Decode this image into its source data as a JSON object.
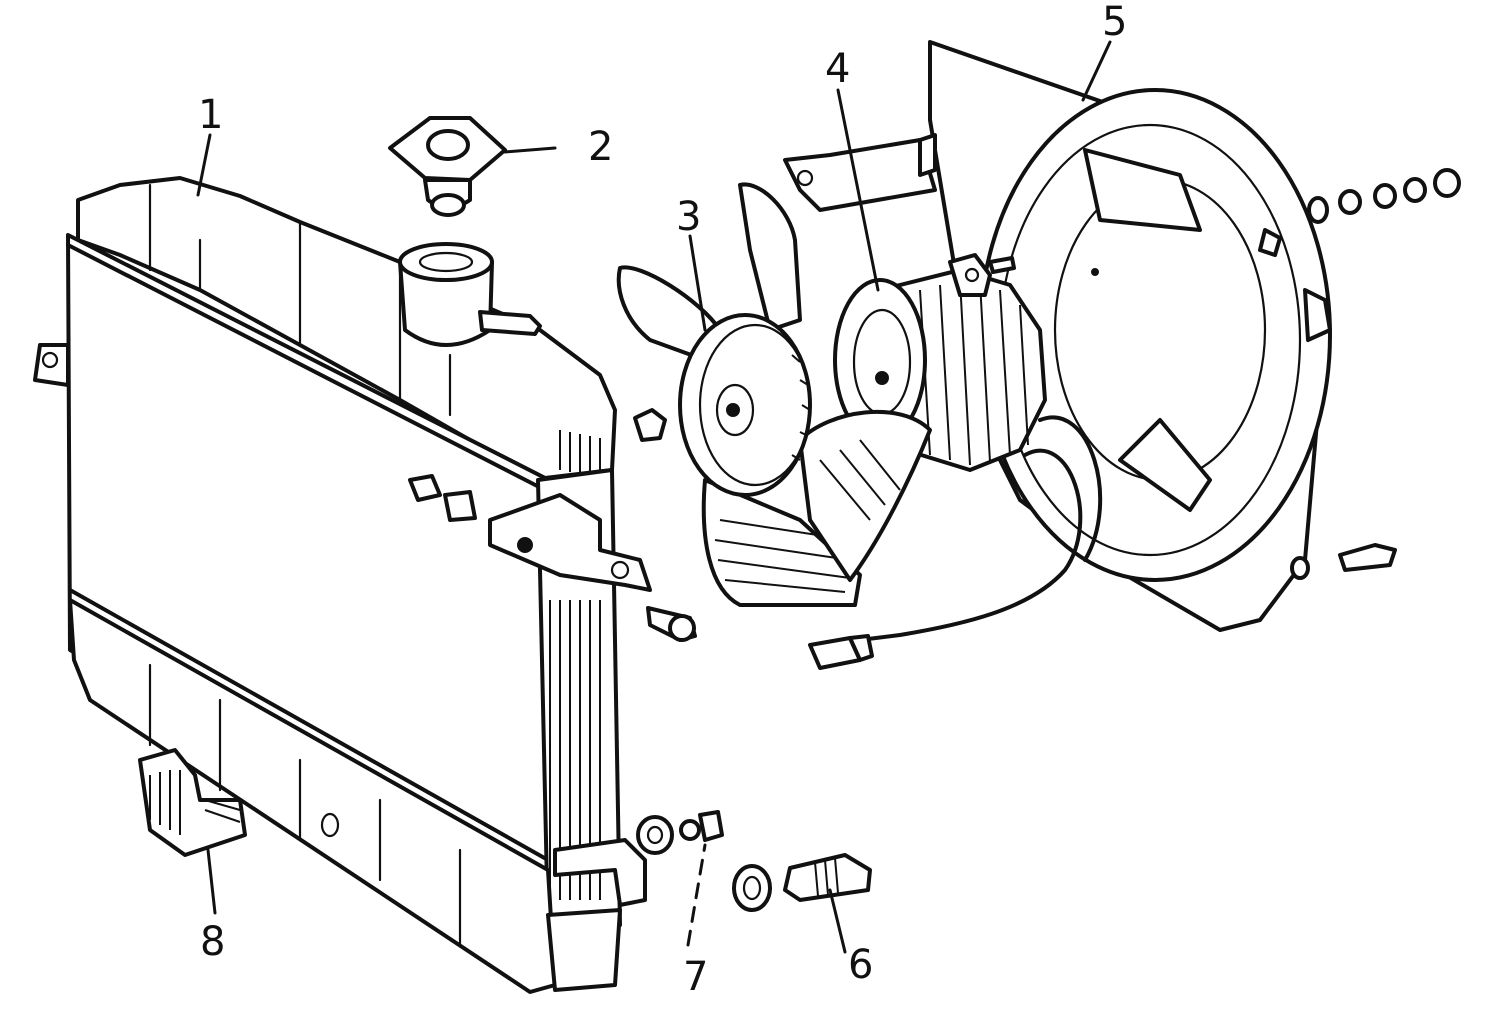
{
  "colors": {
    "ink": "#111111",
    "paper": "#ffffff"
  },
  "callouts": [
    {
      "id": "1",
      "label": "1"
    },
    {
      "id": "2",
      "label": "2"
    },
    {
      "id": "3",
      "label": "3"
    },
    {
      "id": "4",
      "label": "4"
    },
    {
      "id": "5",
      "label": "5"
    },
    {
      "id": "6",
      "label": "6"
    },
    {
      "id": "7",
      "label": "7"
    },
    {
      "id": "8",
      "label": "8"
    }
  ]
}
